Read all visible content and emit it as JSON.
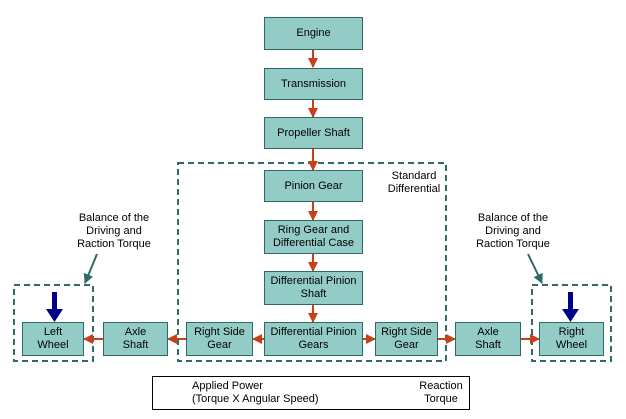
{
  "boxes": {
    "engine": "Engine",
    "transmission": "Transmission",
    "propeller_shaft": "Propeller Shaft",
    "pinion_gear": "Pinion Gear",
    "ring_gear": "Ring Gear and\nDifferential Case",
    "diff_pinion_shaft": "Differential Pinion\nShaft",
    "diff_pinion_gears": "Differential Pinion\nGears",
    "left_side_gear": "Right Side\nGear",
    "right_side_gear": "Right Side\nGear",
    "left_axle": "Axle\nShaft",
    "right_axle": "Axle\nShaft",
    "left_wheel": "Left\nWheel",
    "right_wheel": "Right\nWheel"
  },
  "labels": {
    "standard_differential": "Standard\nDifferential",
    "balance_left": "Balance of the\nDriving and\nRaction Torque",
    "balance_right": "Balance of the\nDriving and\nRaction Torque"
  },
  "legend": {
    "applied_power": "Applied Power\n(Torque X Angular Speed)",
    "reaction_torque": "Reaction\nTorque"
  },
  "colors": {
    "box_fill": "#93ccc6",
    "box_border": "#2e6b66",
    "power_arrow": "#c8401a",
    "reaction_arrow": "#00008b",
    "dashed_border": "#2e6b66"
  }
}
